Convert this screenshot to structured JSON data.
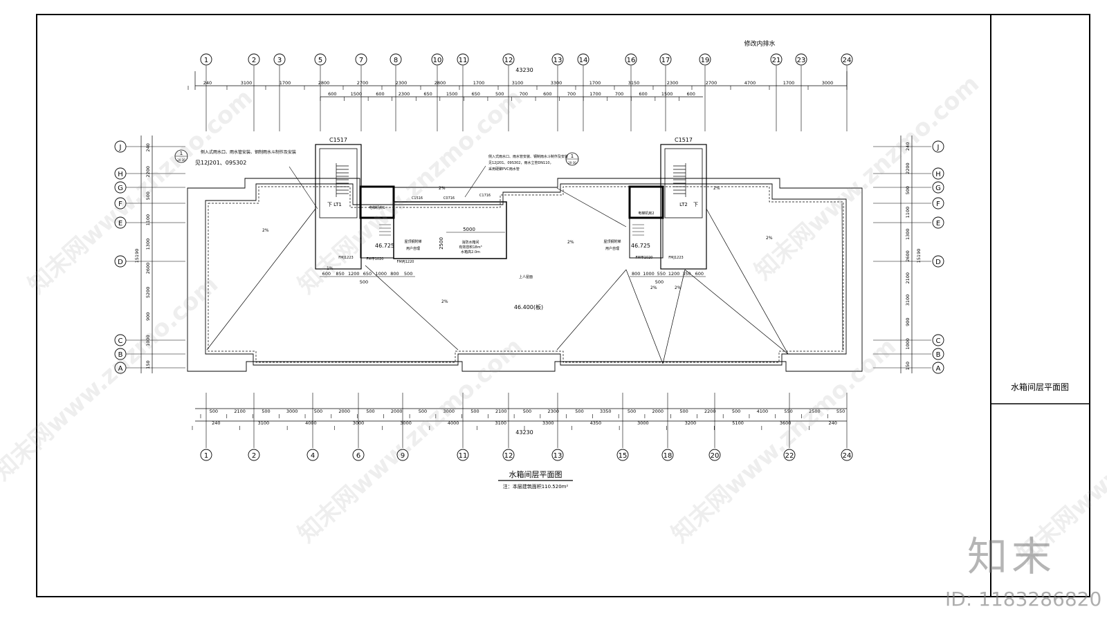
{
  "title_block_label": "水箱间层平面图",
  "drawing_title": "水箱间层平面图",
  "drawing_note": "注：本层建筑面积110.520m²",
  "top_note": "修改内排水",
  "total_dim": "43230",
  "top_axes": [
    "1",
    "2",
    "3",
    "5",
    "7",
    "8",
    "10",
    "11",
    "12",
    "13",
    "14",
    "16",
    "17",
    "19",
    "21",
    "23",
    "24"
  ],
  "bottom_axes": [
    "1",
    "2",
    "4",
    "6",
    "9",
    "11",
    "12",
    "13",
    "15",
    "18",
    "20",
    "22",
    "24"
  ],
  "row_axes": [
    "J",
    "H",
    "G",
    "F",
    "E",
    "D",
    "C",
    "B",
    "A"
  ],
  "top_dims_outer": [
    "240",
    "3100",
    "1700",
    "2800",
    "2700",
    "2300",
    "2800",
    "1700",
    "3100",
    "3300",
    "1700",
    "3150",
    "2300",
    "2700",
    "4700",
    "1700",
    "3000"
  ],
  "top_dims_inner": [
    "600",
    "1500",
    "600",
    "2300",
    "650",
    "1500",
    "650",
    "500",
    "700",
    "600",
    "700",
    "1700",
    "700",
    "600",
    "1500",
    "600"
  ],
  "bottom_dims_inner": [
    "500",
    "2100",
    "500",
    "3000",
    "500",
    "2000",
    "500",
    "2000",
    "500",
    "3000",
    "500",
    "2100",
    "500",
    "2300",
    "500",
    "3350",
    "500",
    "2000",
    "500",
    "2200",
    "500",
    "4100",
    "550",
    "2500",
    "550"
  ],
  "bottom_dims_outer": [
    "240",
    "3100",
    "4000",
    "3000",
    "3000",
    "4000",
    "3100",
    "3300",
    "4350",
    "3000",
    "3200",
    "5100",
    "3600",
    "240"
  ],
  "left_dims": [
    "240",
    "2200",
    "500",
    "1100",
    "1300",
    "2600",
    "5200",
    "900",
    "1000",
    "150"
  ],
  "left_total": "15190",
  "right_dims": [
    "240",
    "2200",
    "500",
    "1100",
    "1300",
    "2600",
    "2100",
    "3100",
    "900",
    "1000",
    "150"
  ],
  "right_total": "15190",
  "labels": {
    "c1517_left": "C1517",
    "c1517_right": "C1517",
    "note_left": "侧入式雨水口、雨水管安装、钢制雨水斗制作及安装",
    "note_left_ref": "见12J201、09S302",
    "note_right_1": "侧入式雨水口、雨水管安装、钢制雨水斗制作及安装",
    "note_right_2": "见12J201、09S302，雨水立管DN110，",
    "note_right_3": "采用硬聚PVC雨水管",
    "callout_left_num": "1",
    "callout_left_sub": "20-30",
    "callout_right_num": "1",
    "callout_right_sub": "20-30",
    "lt1": "LT1",
    "lt2": "LT2",
    "down": "下",
    "elev_room_1": "电梯机房1",
    "elev_room_2": "电梯机房2",
    "c1516": "C1516",
    "c0716": "C0716",
    "c1716": "C1716",
    "dim_5000": "5000",
    "dim_2500": "2500",
    "tank_1": "消防水箱间",
    "tank_2": "有效容积18m³",
    "tank_3": "水箱高2.0m",
    "pump_room_1": "屋顶钢附梯",
    "pump_room_2": "屋顶钢附梯",
    "user_area_1": "用户自理",
    "user_area_2": "用户自理",
    "access": "上人屋面",
    "level_1": "46.725",
    "level_2": "46.725",
    "level_roof": "46.400(板)",
    "fmj_1": "FMJ1223",
    "fm_1": "FM甲1020",
    "fm_2": "FM丙1220",
    "fm_3": "FM甲1020",
    "fmj_2": "FMJ1223",
    "slope_pct": "2%",
    "slope_pct_2": "1%"
  },
  "core_dims_left": [
    "600",
    "850",
    "1200",
    "650",
    "1000",
    "800",
    "500"
  ],
  "core_dims_left_sub": "500",
  "core_dims_right": [
    "800",
    "1000",
    "550",
    "1200",
    "350",
    "600"
  ],
  "core_dims_right_sub": "500",
  "logo_text": "知末",
  "id_text": "ID: 1183286820",
  "watermark": "知末网www.znzmo.com"
}
